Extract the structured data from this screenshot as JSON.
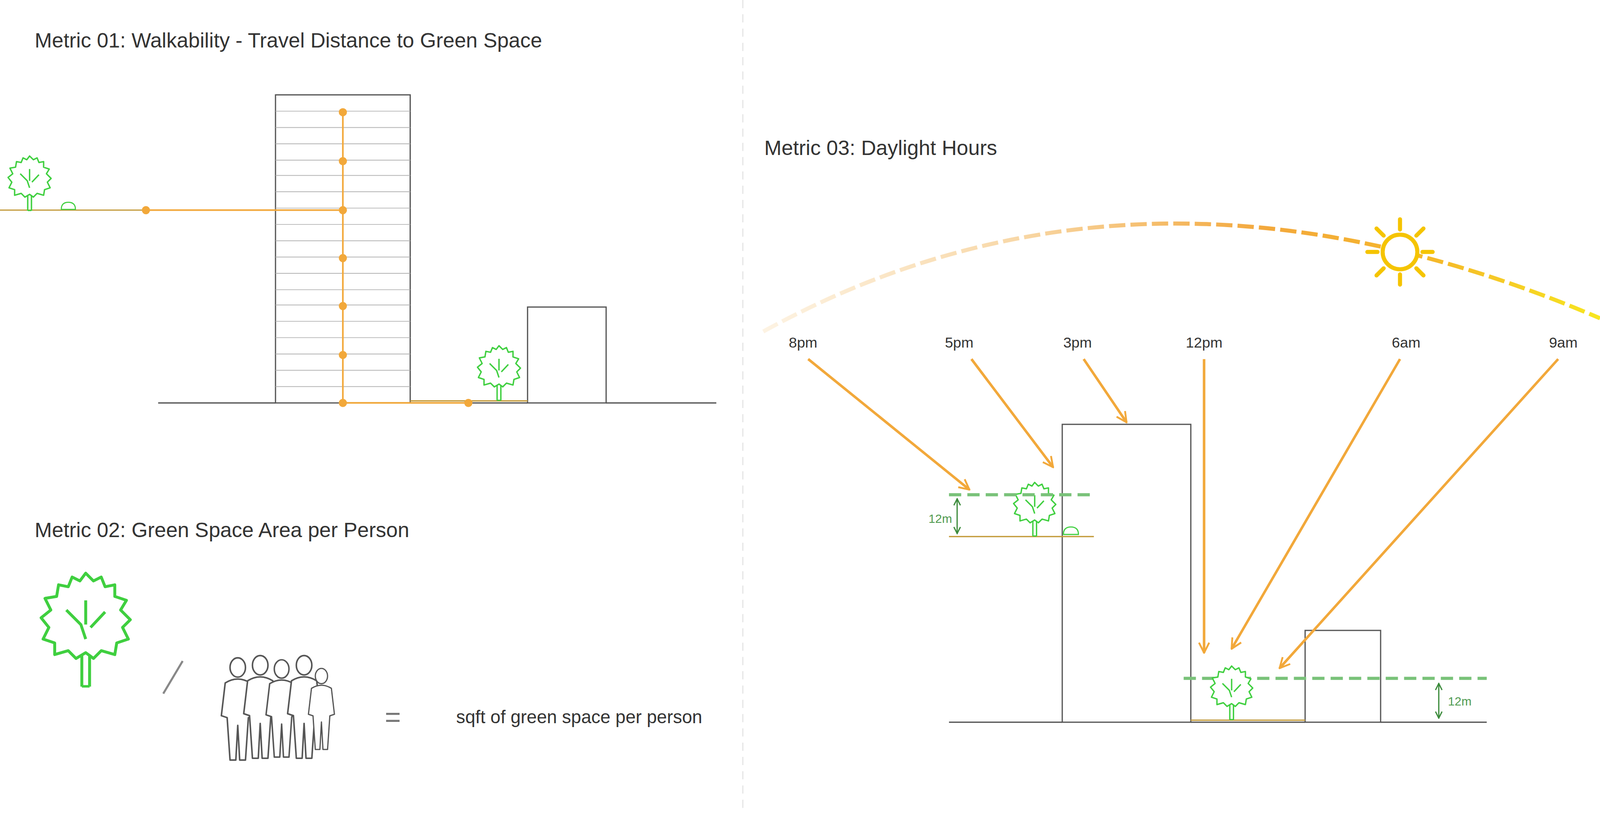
{
  "diagram": {
    "labels": [
      "Metric 01: Walkability - Travel Distance to Green Space",
      "Metric 02: Green Space Area per Person",
      "=",
      "sqft of green space per person",
      "Metric 03: Daylight Hours",
      "8pm",
      "5pm",
      "3pm",
      "12pm",
      "6am",
      "9am",
      "12m",
      "12m"
    ]
  }
}
